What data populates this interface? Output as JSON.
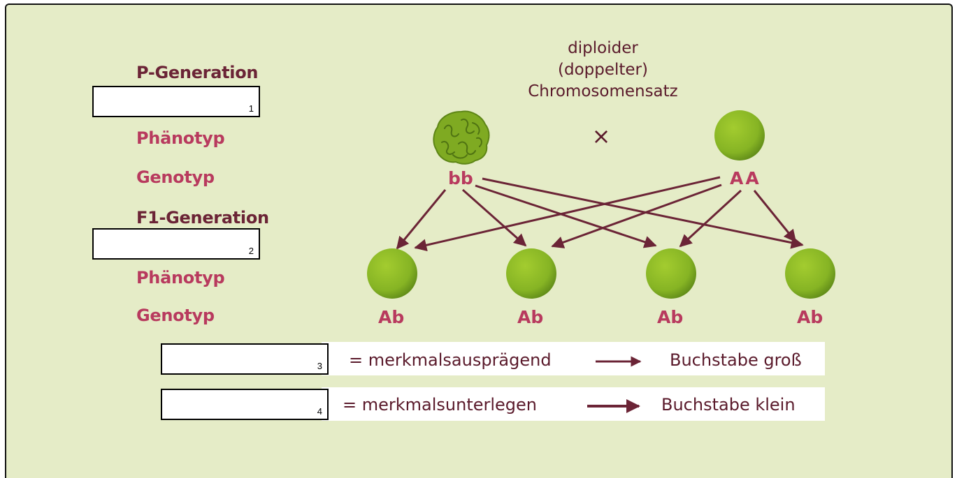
{
  "left_labels": {
    "p_generation": "P-Generation",
    "phaenotyp_1": "Phänotyp",
    "genotyp_1": "Genotyp",
    "f1_generation": "F1-Generation",
    "phaenotyp_2": "Phänotyp",
    "genotyp_2": "Genotyp"
  },
  "blanks": [
    "1",
    "2",
    "3",
    "4"
  ],
  "chromosome_note": [
    "diploider",
    "(doppelter)",
    "Chromosomensatz"
  ],
  "cross_symbol": "×",
  "parents": {
    "left_genotype": "bb",
    "right_genotype": "AA"
  },
  "offspring": [
    "Ab",
    "Ab",
    "Ab",
    "Ab"
  ],
  "legend": [
    {
      "text": "= merkmalsausprägend",
      "result": "Buchstabe groß"
    },
    {
      "text": "= merkmalsunterlegen",
      "result": "Buchstabe klein"
    }
  ],
  "colors": {
    "background": "#e5ecc7",
    "pea_green": "#8ab826",
    "arrow": "#6b2436",
    "label_pink": "#b83a5e",
    "label_dark": "#6b2436"
  },
  "icons": {
    "wrinkled_pea": "wrinkled-pea-icon",
    "smooth_pea": "smooth-pea-icon"
  }
}
